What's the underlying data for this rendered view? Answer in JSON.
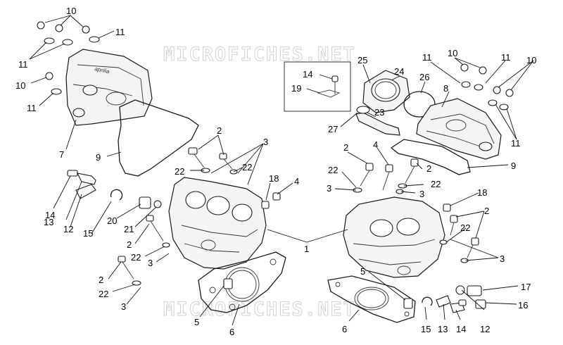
{
  "watermark_text": "MICROFICHES.NET",
  "brand_text": "aprilia",
  "callouts": {
    "c1": "1",
    "c2": "2",
    "c3": "3",
    "c4": "4",
    "c5": "5",
    "c6": "6",
    "c7": "7",
    "c8": "8",
    "c9": "9",
    "c10": "10",
    "c11": "11",
    "c12": "12",
    "c13": "13",
    "c14": "14",
    "c15": "15",
    "c16": "16",
    "c17": "17",
    "c18": "18",
    "c19": "19",
    "c20": "20",
    "c21": "21",
    "c22": "22",
    "c23": "23",
    "c24": "24",
    "c25": "25",
    "c26": "26",
    "c27": "27"
  },
  "colors": {
    "line": "#1a1a1a",
    "background": "#ffffff",
    "watermark": "#d2d2d2"
  }
}
